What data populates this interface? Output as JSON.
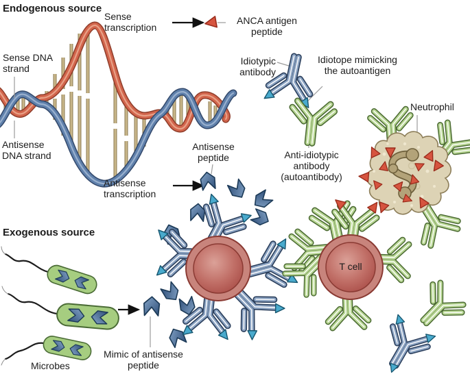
{
  "figure": {
    "headings": {
      "endogenous": "Endogenous source",
      "exogenous": "Exogenous source"
    },
    "labels": {
      "sense_transcription": "Sense transcription",
      "anca_antigen_peptide": "ANCA antigen peptide",
      "sense_dna_strand": "Sense DNA strand",
      "antisense_dna_strand": "Antisense DNA strand",
      "antisense_transcription": "Antisense transcription",
      "antisense_peptide": "Antisense peptide",
      "idiotypic_antibody": "Idiotypic antibody",
      "idiotope_mimicking": "Idiotope mimicking the autoantigen",
      "anti_idiotypic_antibody": "Anti-idiotypic antibody (autoantibody)",
      "neutrophil": "Neutrophil",
      "t_cell": "T cell",
      "microbes": "Microbes",
      "mimic_of_antisense_peptide": "Mimic of antisense peptide"
    },
    "colors": {
      "dna_sense_strand": "#d2654c",
      "dna_antisense_strand": "#5f80ab",
      "base_pair": "#c9b78a",
      "antibody_blue": "#8ba3c2",
      "antibody_green": "#b9d795",
      "anca_triangle_red": "#d6543f",
      "idiotope_triangle_teal": "#49aacd",
      "cell_red": "#b85a52",
      "neutrophil_tan": "#ddd3b5",
      "microbe_green": "#a6cd80",
      "text": "#1c1c1c"
    }
  }
}
